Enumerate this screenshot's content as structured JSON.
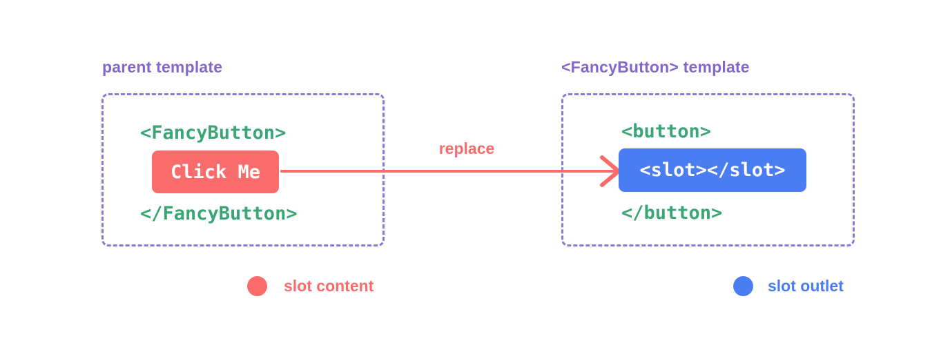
{
  "colors": {
    "purple_text": "#8168cd",
    "purple_border": "#8979d6",
    "green_tag": "#3aa675",
    "coral": "#fa6b6b",
    "blue": "#4a7df2",
    "fill_text": "#ffffff",
    "background": "#ffffff"
  },
  "parent_panel": {
    "title": "parent template",
    "open_tag": "<FancyButton>",
    "slot_content_label": "Click Me",
    "close_tag": "</FancyButton>"
  },
  "fancybutton_panel": {
    "title": "<FancyButton> template",
    "open_tag": "<button>",
    "slot_outlet_label": "<slot></slot>",
    "close_tag": "</button>"
  },
  "arrow": {
    "label": "replace"
  },
  "legend": [
    {
      "label": "slot content",
      "color": "#fa6b6b"
    },
    {
      "label": "slot outlet",
      "color": "#4a7df2"
    }
  ]
}
